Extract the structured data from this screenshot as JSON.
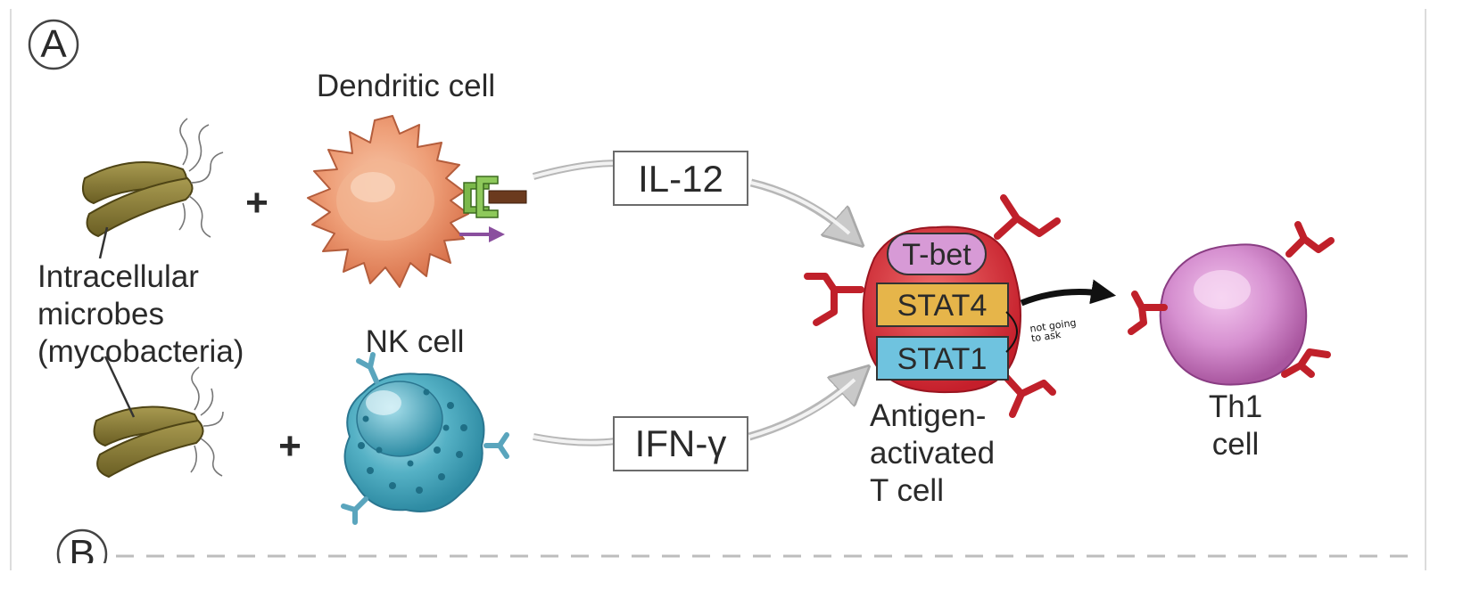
{
  "panel": {
    "label_a": "A",
    "label_b": "B"
  },
  "labels": {
    "dendritic_cell": "Dendritic cell",
    "nk_cell": "NK cell",
    "microbes_line1": "Intracellular",
    "microbes_line2": "microbes",
    "microbes_line3": "(mycobacteria)",
    "plus": "+",
    "antigen_line1": "Antigen-",
    "antigen_line2": "activated",
    "antigen_line3": "T cell",
    "th1_line1": "Th1",
    "th1_line2": "cell"
  },
  "cytokines": {
    "il12": "IL-12",
    "ifn": "IFN-γ"
  },
  "transcription_factors": {
    "tbet": "T-bet",
    "stat4": "STAT4",
    "stat1": "STAT1"
  },
  "annotation": {
    "line1": "not going",
    "line2": "to ask"
  },
  "colors": {
    "microbe": "#8a7d3a",
    "dendritic": "#f0a57f",
    "nk": "#5fb6c8",
    "tcell": "#d6353f",
    "receptor": "#c0202a",
    "th1": "#cf7fc9",
    "tbet": "#d79ad6",
    "stat4": "#e6b54a",
    "stat1": "#6fc3df"
  }
}
